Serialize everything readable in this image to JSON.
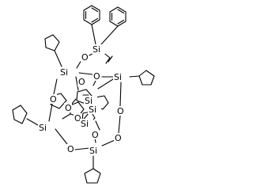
{
  "diagram": {
    "type": "chemical-structure",
    "atoms": {
      "si": "Si",
      "o": "O"
    }
  }
}
